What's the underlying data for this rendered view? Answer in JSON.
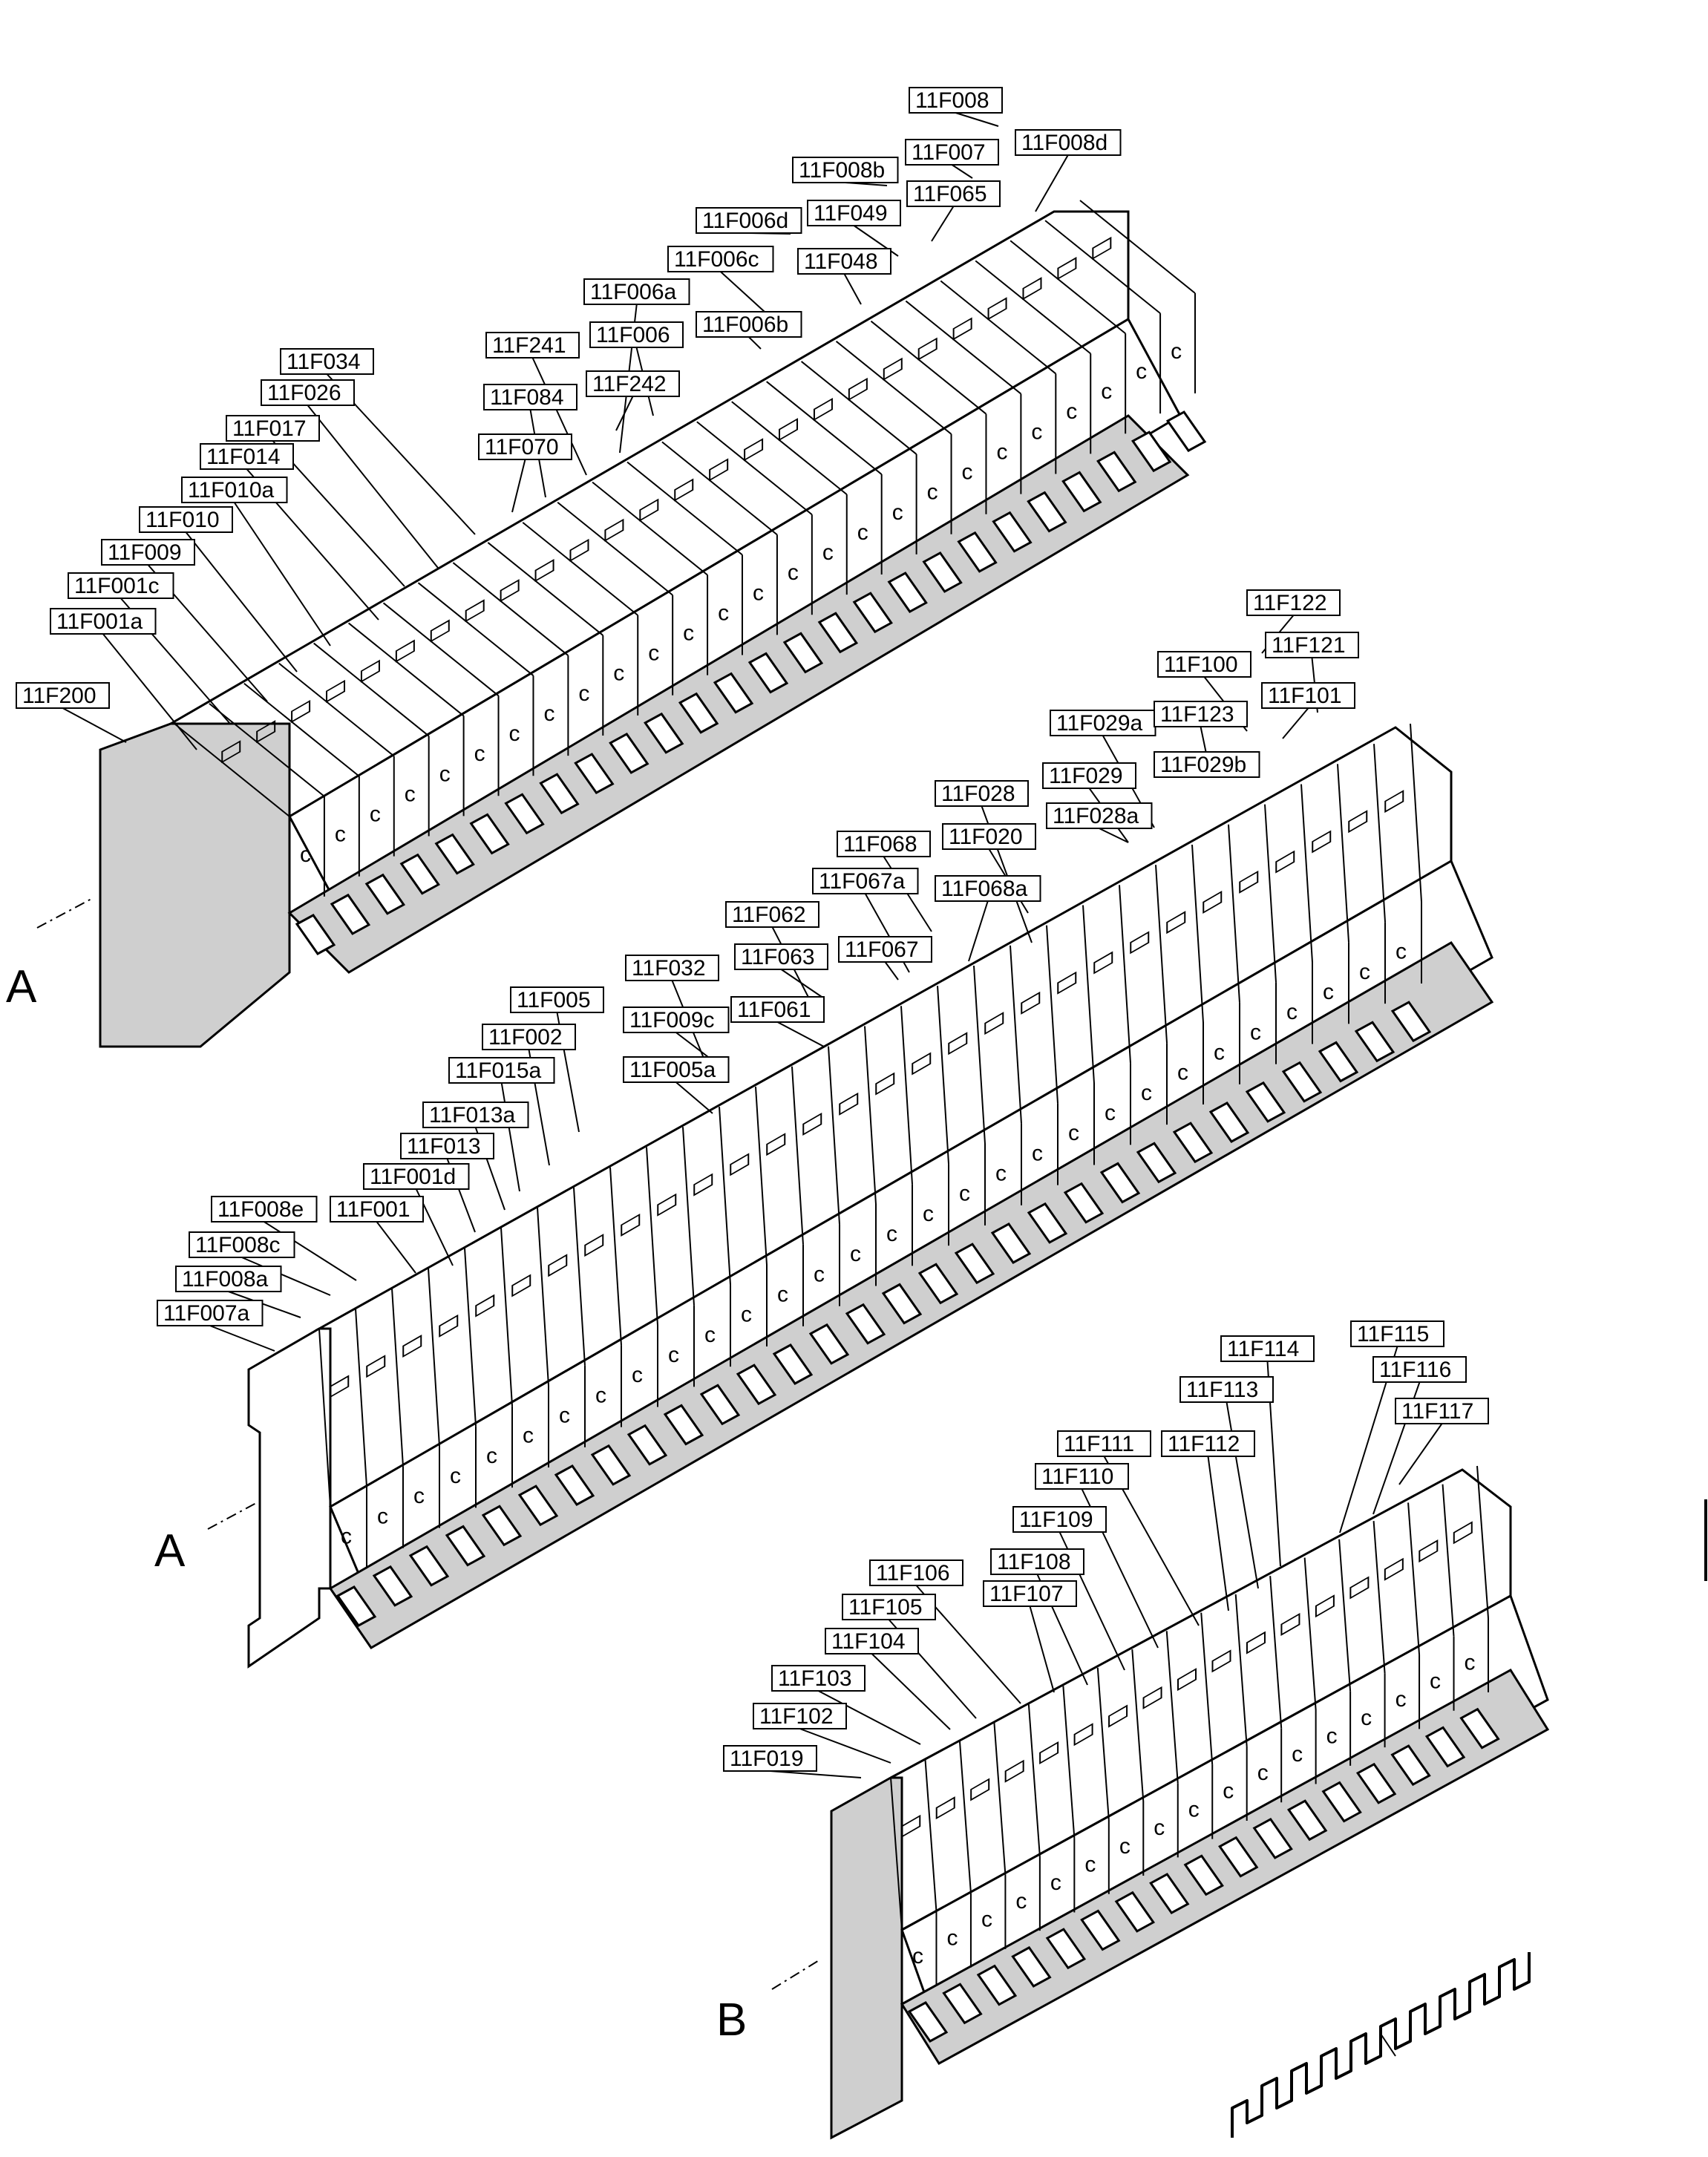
{
  "sections": [
    {
      "id": "rail-top",
      "letter": "A",
      "label_color": "#000000",
      "labels": [
        "11F008",
        "11F007",
        "11F008d",
        "11F008b",
        "11F065",
        "11F006d",
        "11F049",
        "11F006c",
        "11F048",
        "11F006a",
        "11F241",
        "11F006",
        "11F006b",
        "11F034",
        "11F242",
        "11F026",
        "11F084",
        "11F017",
        "11F070",
        "11F014",
        "11F010a",
        "11F010",
        "11F009",
        "11F001c",
        "11F001a",
        "11F200"
      ]
    },
    {
      "id": "rail-middle",
      "letter": "A",
      "labels": [
        "11F122",
        "11F121",
        "11F100",
        "11F101",
        "11F029a",
        "11F123",
        "11F029",
        "11F029b",
        "11F028",
        "11F028a",
        "11F068",
        "11F020",
        "11F067a",
        "11F068a",
        "11F062",
        "11F063",
        "11F067",
        "11F032",
        "11F061",
        "11F005",
        "11F009c",
        "11F002",
        "11F005a",
        "11F015a",
        "11F013a",
        "11F013",
        "11F001d",
        "11F008e",
        "11F001",
        "11F008c",
        "11F008a",
        "11F007a"
      ]
    },
    {
      "id": "rail-bottom",
      "letter": "B",
      "labels": [
        "11F114",
        "11F115",
        "11F116",
        "11F113",
        "11F117",
        "11F111",
        "11F112",
        "11F110",
        "11F109",
        "11F108",
        "11F106",
        "11F107",
        "11F105",
        "11F104",
        "11F103",
        "11F102",
        "11F019"
      ]
    }
  ]
}
